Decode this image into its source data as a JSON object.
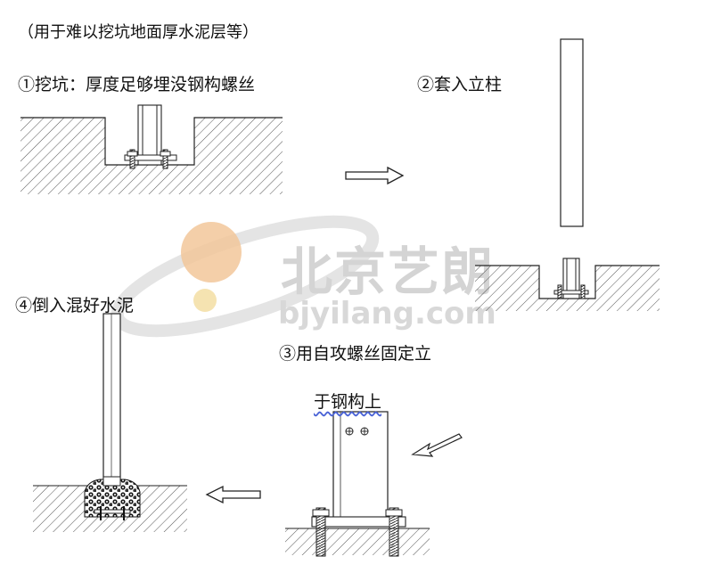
{
  "diagram": {
    "note": "（用于难以挖坑地面厚水泥层等）",
    "step1": "①挖坑：厚度足够埋没钢构螺丝",
    "step2": "②套入立柱",
    "step3_line1": "③用自攻螺丝固定立",
    "step3_line2": "于钢构上",
    "step4": "④倒入混好水泥"
  },
  "watermark": {
    "cn": "北京艺朗",
    "en": "bjyilang.com"
  },
  "colors": {
    "line": "#222222",
    "hatch": "#555555",
    "watermark_text": "#d4d4d4",
    "logo_orange": "#f2c79a",
    "logo_yellow": "#f4e0a8",
    "squiggle": "#4a63d6"
  }
}
